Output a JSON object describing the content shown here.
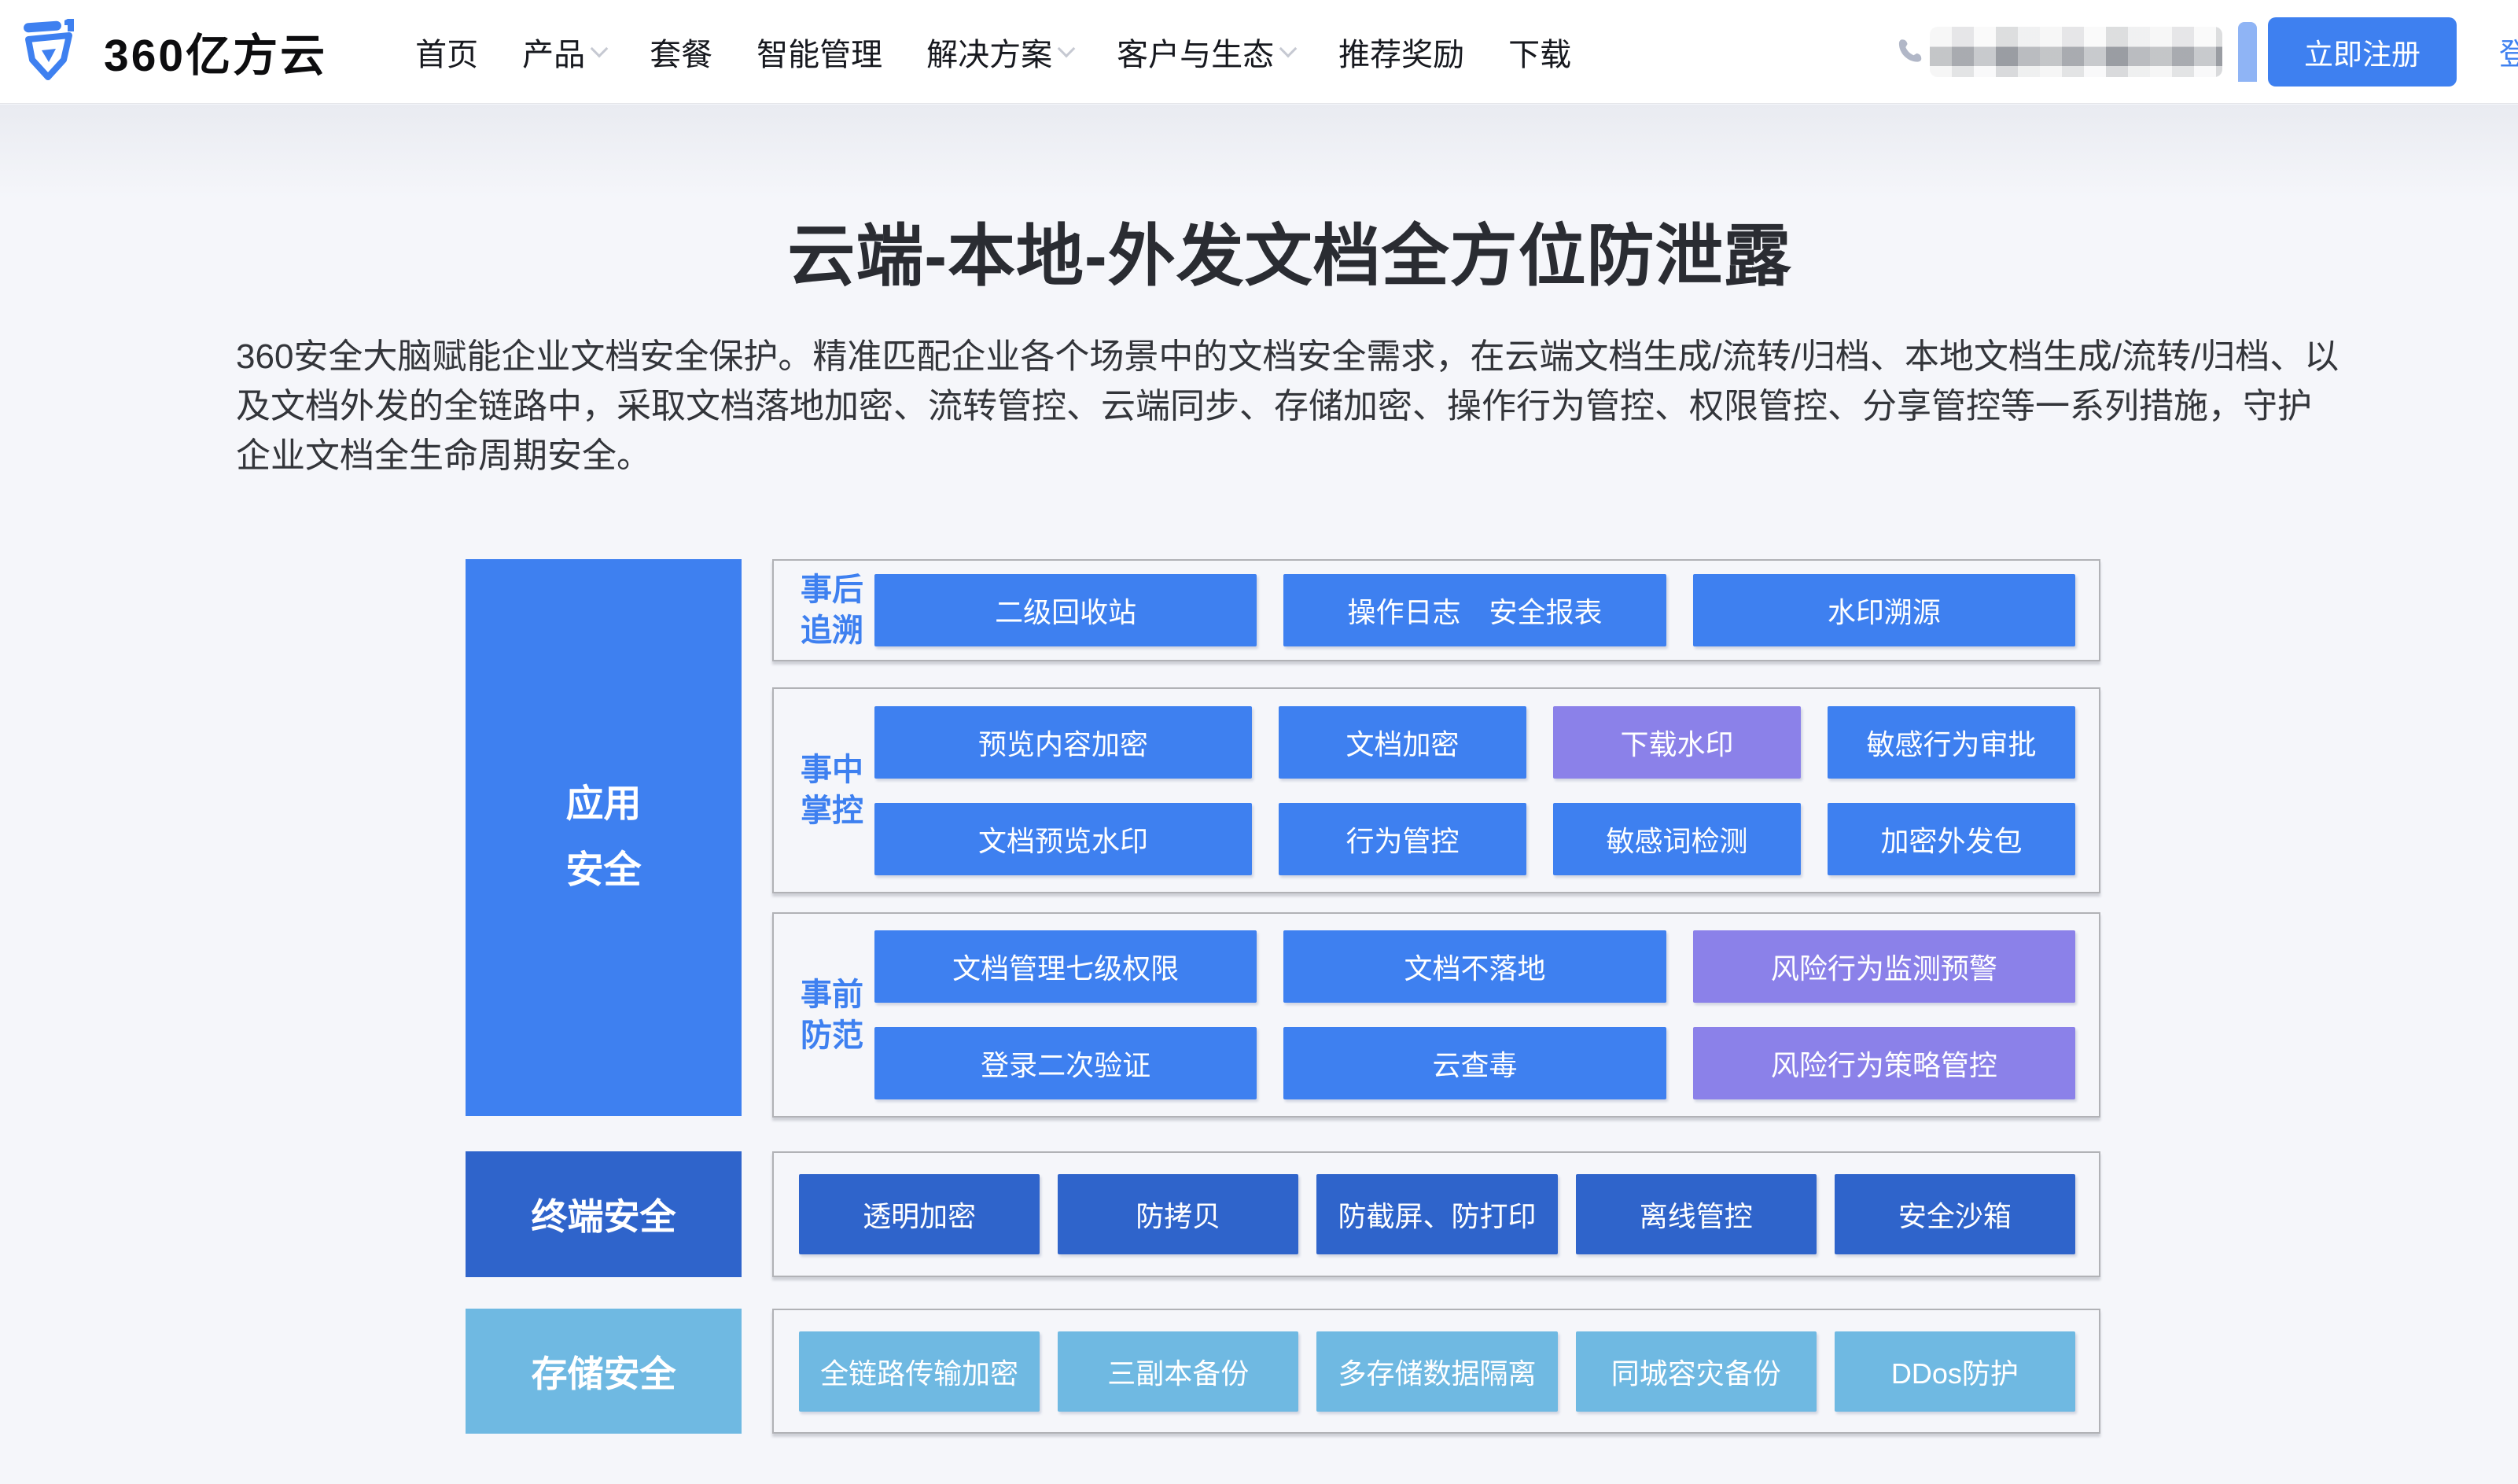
{
  "header": {
    "logo_text": "360亿方云",
    "nav": [
      {
        "label": "首页",
        "dropdown": false
      },
      {
        "label": "产品",
        "dropdown": true
      },
      {
        "label": "套餐",
        "dropdown": false
      },
      {
        "label": "智能管理",
        "dropdown": false
      },
      {
        "label": "解决方案",
        "dropdown": true
      },
      {
        "label": "客户与生态",
        "dropdown": true
      },
      {
        "label": "推荐奖励",
        "dropdown": false
      },
      {
        "label": "下载",
        "dropdown": false
      }
    ],
    "register_label": "立即注册",
    "login_label": "登录"
  },
  "hero": {
    "title": "云端-本地-外发文档全方位防泄露",
    "description": "360安全大脑赋能企业文档安全保护。精准匹配企业各个场景中的文档安全需求，在云端文档生成/流转/归档、本地文档生成/流转/归档、以及文档外发的全链路中，采取文档落地加密、流转管控、云端同步、存储加密、操作行为管控、权限管控、分享管控等一系列措施，守护企业文档全生命周期安全。"
  },
  "diagram": {
    "left_categories": [
      {
        "id": "app-security",
        "label": "应用\n安全",
        "variant": "blue"
      },
      {
        "id": "terminal-security",
        "label": "终端安全",
        "variant": "dark"
      },
      {
        "id": "storage-security",
        "label": "存储安全",
        "variant": "light"
      }
    ],
    "groups": [
      {
        "id": "post-event-trace",
        "label": "事后\n追溯",
        "variant": "blue",
        "rows": [
          [
            {
              "label": "二级回收站"
            },
            {
              "label": "操作日志　安全报表"
            },
            {
              "label": "水印溯源"
            }
          ]
        ]
      },
      {
        "id": "in-event-control",
        "label": "事中\n掌控",
        "variant": "blue",
        "rows": [
          [
            {
              "label": "预览内容加密",
              "wide": true
            },
            {
              "label": "文档加密"
            },
            {
              "label": "下载水印",
              "variant": "purple"
            },
            {
              "label": "敏感行为审批"
            }
          ],
          [
            {
              "label": "文档预览水印",
              "wide": true
            },
            {
              "label": "行为管控"
            },
            {
              "label": "敏感词检测"
            },
            {
              "label": "加密外发包"
            }
          ]
        ]
      },
      {
        "id": "pre-event-prevention",
        "label": "事前\n防范",
        "variant": "blue",
        "rows": [
          [
            {
              "label": "文档管理七级权限"
            },
            {
              "label": "文档不落地"
            },
            {
              "label": "风险行为监测预警",
              "variant": "purple"
            }
          ],
          [
            {
              "label": "登录二次验证"
            },
            {
              "label": "云查毒"
            },
            {
              "label": "风险行为策略管控",
              "variant": "purple"
            }
          ]
        ]
      },
      {
        "id": "terminal-features",
        "label": "",
        "variant": "dark",
        "rows": [
          [
            {
              "label": "透明加密"
            },
            {
              "label": "防拷贝"
            },
            {
              "label": "防截屏、防打印"
            },
            {
              "label": "离线管控"
            },
            {
              "label": "安全沙箱"
            }
          ]
        ]
      },
      {
        "id": "storage-features",
        "label": "",
        "variant": "light",
        "rows": [
          [
            {
              "label": "全链路传输加密"
            },
            {
              "label": "三副本备份"
            },
            {
              "label": "多存储数据隔离"
            },
            {
              "label": "同城容灾备份"
            },
            {
              "label": "DDos防护"
            }
          ]
        ]
      }
    ]
  },
  "colors": {
    "primary_blue": "#3e80f0",
    "purple": "#8b81e9",
    "dark_blue": "#2f64cb",
    "light_blue": "#6fb9e2",
    "page_bg": "#f5f6fa"
  }
}
